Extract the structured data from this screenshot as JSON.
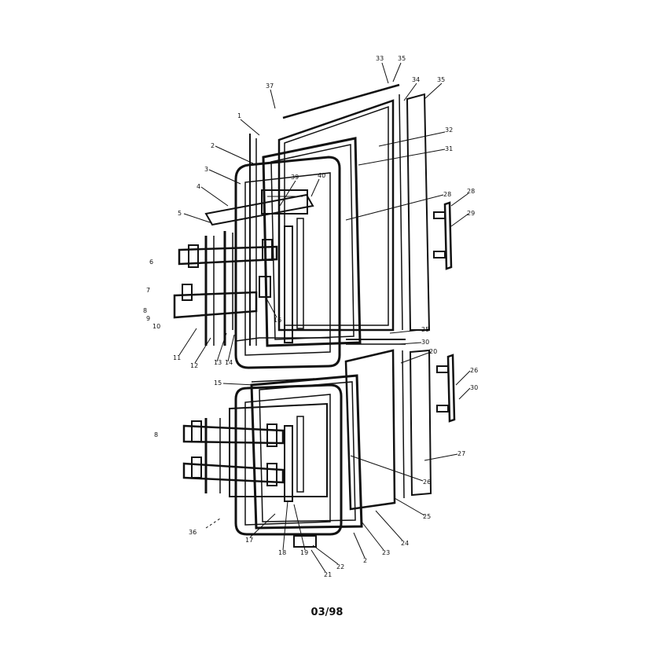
{
  "page_code": "03/98",
  "callouts": [
    "1",
    "2",
    "3",
    "4",
    "5",
    "6",
    "7",
    "8",
    "9",
    "10",
    "11",
    "12",
    "13",
    "14",
    "15",
    "16",
    "17",
    "18",
    "19",
    "20",
    "21",
    "22",
    "23",
    "24",
    "25",
    "26",
    "27",
    "28",
    "29",
    "30",
    "31",
    "32",
    "33",
    "34",
    "35",
    "36",
    "37",
    "38",
    "39",
    "40"
  ],
  "colors": {
    "ink": "#111111",
    "paper": "#ffffff"
  }
}
